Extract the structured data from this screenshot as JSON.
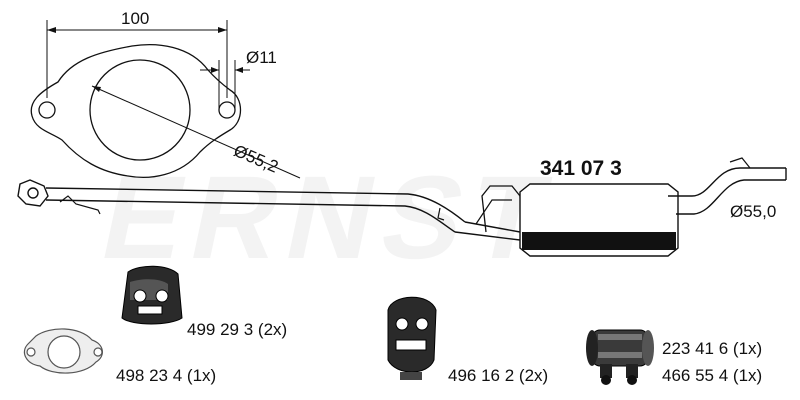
{
  "watermark": "ERNST",
  "flange_diagram": {
    "width_label": "100",
    "hole_label": "Ø11",
    "bore_label": "Ø55,2"
  },
  "main_part": {
    "number": "341 07 3",
    "outlet_label": "Ø55,0"
  },
  "accessories": [
    {
      "number": "499 29 3",
      "qty": "(2x)"
    },
    {
      "number": "498 23 4",
      "qty": "(1x)"
    },
    {
      "number": "496 16 2",
      "qty": "(2x)"
    },
    {
      "number": "223 41 6",
      "qty": "(1x)"
    },
    {
      "number": "466 55 4",
      "qty": "(1x)"
    }
  ]
}
